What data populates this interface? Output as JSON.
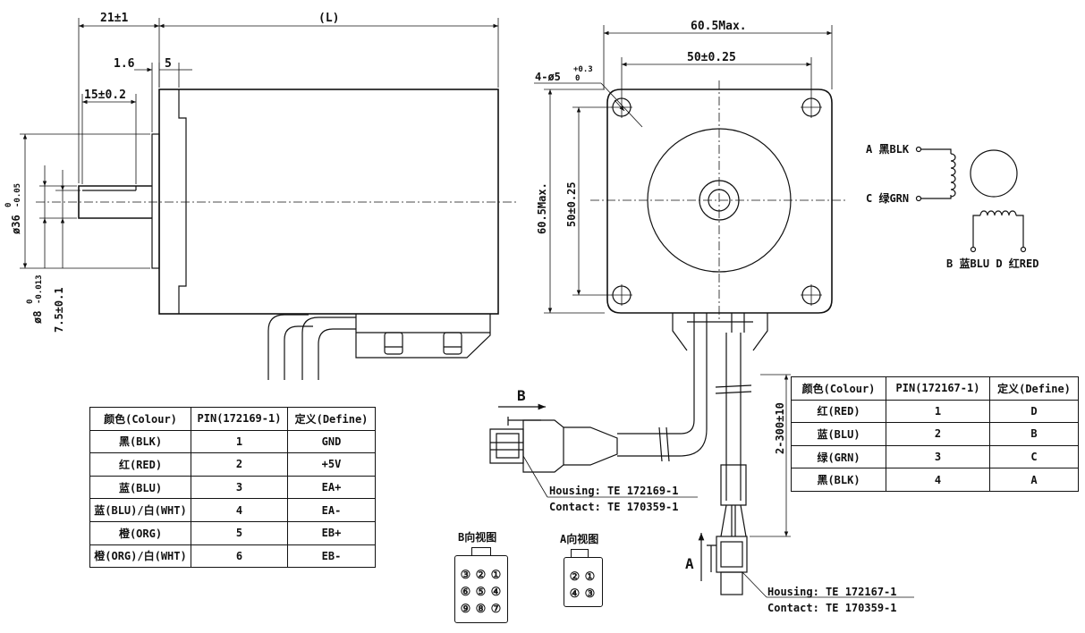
{
  "dimensions": {
    "shaft_length": "21±1",
    "body_length": "(L)",
    "flange_thickness": "1.6",
    "flange_width": "5",
    "flat_length": "15±0.2",
    "pilot_diameter_nominal": "ø36",
    "pilot_diameter_tol_upper": "0",
    "pilot_diameter_tol_lower": "-0.05",
    "shaft_diameter_nominal": "ø8",
    "shaft_diameter_tol_upper": "0",
    "shaft_diameter_tol_lower": "-0.013",
    "flat_depth": "7.5±0.1",
    "frame_width_max": "60.5Max.",
    "hole_spacing": "50±0.25",
    "frame_height_max": "60.5Max.",
    "hole_spacing_vertical": "50±0.25",
    "mount_holes_prefix": "4-ø5",
    "mount_holes_tol_upper": "+0.3",
    "mount_holes_tol_lower": "0",
    "lead_length": "2-300±10"
  },
  "view_markers": {
    "b_arrow": "B",
    "a_arrow": "A"
  },
  "wiring": {
    "a_label": "A 黑BLK",
    "c_label": "C 绿GRN",
    "bd_label": "B 蓝BLU D 红RED"
  },
  "connector_b": {
    "housing": "Housing: TE 172169-1",
    "contact": "Contact: TE 170359-1"
  },
  "connector_a": {
    "housing": "Housing: TE 172167-1",
    "contact": "Contact: TE 170359-1"
  },
  "table_left": {
    "headers": [
      "颜色(Colour)",
      "PIN(172169-1)",
      "定义(Define)"
    ],
    "rows": [
      [
        "黑(BLK)",
        "1",
        "GND"
      ],
      [
        "红(RED)",
        "2",
        "+5V"
      ],
      [
        "蓝(BLU)",
        "3",
        "EA+"
      ],
      [
        "蓝(BLU)/白(WHT)",
        "4",
        "EA-"
      ],
      [
        "橙(ORG)",
        "5",
        "EB+"
      ],
      [
        "橙(ORG)/白(WHT)",
        "6",
        "EB-"
      ]
    ]
  },
  "table_right": {
    "headers": [
      "颜色(Colour)",
      "PIN(172167-1)",
      "定义(Define)"
    ],
    "rows": [
      [
        "红(RED)",
        "1",
        "D"
      ],
      [
        "蓝(BLU)",
        "2",
        "B"
      ],
      [
        "绿(GRN)",
        "3",
        "C"
      ],
      [
        "黑(BLK)",
        "4",
        "A"
      ]
    ]
  },
  "view_b": {
    "title": "B向视图",
    "pins": [
      "③",
      "②",
      "①",
      "⑥",
      "⑤",
      "④",
      "⑨",
      "⑧",
      "⑦"
    ]
  },
  "view_a": {
    "title": "A向视图",
    "pins": [
      "②",
      "①",
      "④",
      "③"
    ]
  }
}
